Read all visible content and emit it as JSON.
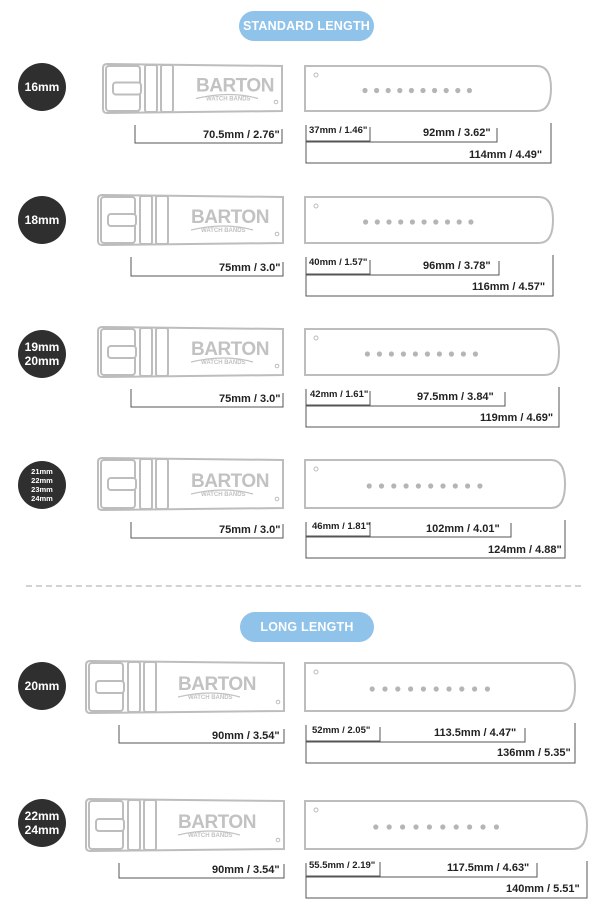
{
  "sections": [
    {
      "label": "STANDARD LENGTH"
    },
    {
      "label": "LONG LENGTH"
    }
  ],
  "logo": {
    "brand": "BARTON",
    "sub": "WATCH BANDS"
  },
  "rows": [
    {
      "sizes": [
        "16mm"
      ],
      "buckle": "70.5mm / 2.76\"",
      "hole_start": "37mm / 1.46\"",
      "holes": "92mm / 3.62\"",
      "total": "114mm / 4.49\""
    },
    {
      "sizes": [
        "18mm"
      ],
      "buckle": "75mm / 3.0\"",
      "hole_start": "40mm / 1.57\"",
      "holes": "96mm / 3.78\"",
      "total": "116mm / 4.57\""
    },
    {
      "sizes": [
        "19mm",
        "20mm"
      ],
      "buckle": "75mm / 3.0\"",
      "hole_start": "42mm / 1.61\"",
      "holes": "97.5mm / 3.84\"",
      "total": "119mm / 4.69\""
    },
    {
      "sizes": [
        "21mm",
        "22mm",
        "23mm",
        "24mm"
      ],
      "buckle": "75mm / 3.0\"",
      "hole_start": "46mm / 1.81\"",
      "holes": "102mm / 4.01\"",
      "total": "124mm / 4.88\""
    },
    {
      "sizes": [
        "20mm"
      ],
      "buckle": "90mm / 3.54\"",
      "hole_start": "52mm / 2.05\"",
      "holes": "113.5mm / 4.47\"",
      "total": "136mm / 5.35\""
    },
    {
      "sizes": [
        "22mm",
        "24mm"
      ],
      "buckle": "90mm / 3.54\"",
      "hole_start": "55.5mm / 2.19\"",
      "holes": "117.5mm / 4.63\"",
      "total": "140mm / 5.51\""
    }
  ],
  "colors": {
    "pill": "#8fc3ea",
    "badge": "#2f2f2f",
    "strap_outline": "#bdbdbd",
    "hole": "#b5b5b5",
    "line": "#555555"
  }
}
